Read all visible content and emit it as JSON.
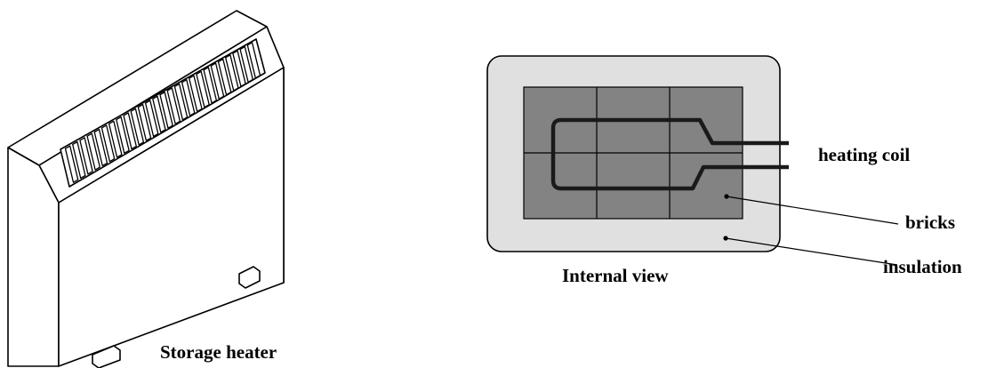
{
  "figure": {
    "heater_caption": "Storage heater",
    "internal_caption": "Internal view",
    "labels": {
      "heating_coil": "heating coil",
      "bricks": "bricks",
      "insulation": "insulation"
    },
    "colors": {
      "outline": "#000000",
      "insulation_fill": "#e0e0e0",
      "brick_fill": "#838383",
      "heater_fill": "#ffffff"
    }
  }
}
